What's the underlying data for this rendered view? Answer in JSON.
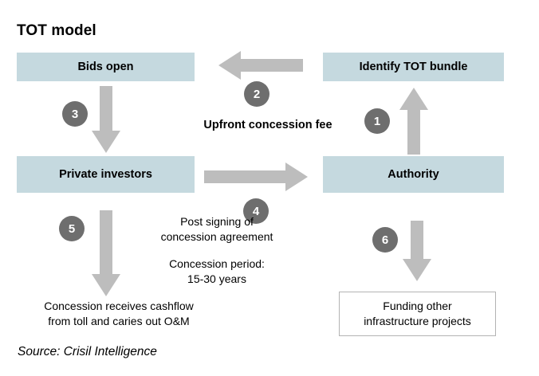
{
  "title": "TOT model",
  "theme": {
    "box_fill": "#c5d9df",
    "arrow_fill": "#bdbdbd",
    "badge_fill": "#6e6e6e",
    "badge_text": "#ffffff",
    "text": "#000000",
    "outline_box_border": "#b3b3b3",
    "background": "#ffffff"
  },
  "nodes": {
    "bids_open": "Bids open",
    "identify_bundle": "Identify TOT bundle",
    "private_investors": "Private investors",
    "authority": "Authority",
    "funding_other_line1": "Funding other",
    "funding_other_line2": "infrastructure projects"
  },
  "labels": {
    "upfront_fee": "Upfront concession fee",
    "post_signing_line1": "Post signing of",
    "post_signing_line2": "concession agreement",
    "concession_period_line1": "Concession period:",
    "concession_period_line2": "15-30 years",
    "cashflow_line1": "Concession receives cashflow",
    "cashflow_line2": "from toll and caries out O&M"
  },
  "badges": {
    "one": "1",
    "two": "2",
    "three": "3",
    "four": "4",
    "five": "5",
    "six": "6"
  },
  "source": "Source: Crisil Intelligence",
  "flow": {
    "steps": [
      {
        "n": "1",
        "from": "Authority",
        "to": "Identify TOT bundle",
        "direction": "up"
      },
      {
        "n": "2",
        "from": "Identify TOT bundle",
        "to": "Bids open",
        "direction": "left"
      },
      {
        "n": "3",
        "from": "Bids open",
        "to": "Private investors",
        "direction": "down"
      },
      {
        "n": "4",
        "from": "Private investors",
        "to": "Authority",
        "direction": "right",
        "label": "Upfront concession fee"
      },
      {
        "n": "5",
        "from": "Private investors",
        "to": "Concession receives cashflow from toll and caries out O&M",
        "direction": "down"
      },
      {
        "n": "6",
        "from": "Authority",
        "to": "Funding other infrastructure projects",
        "direction": "down"
      }
    ]
  }
}
